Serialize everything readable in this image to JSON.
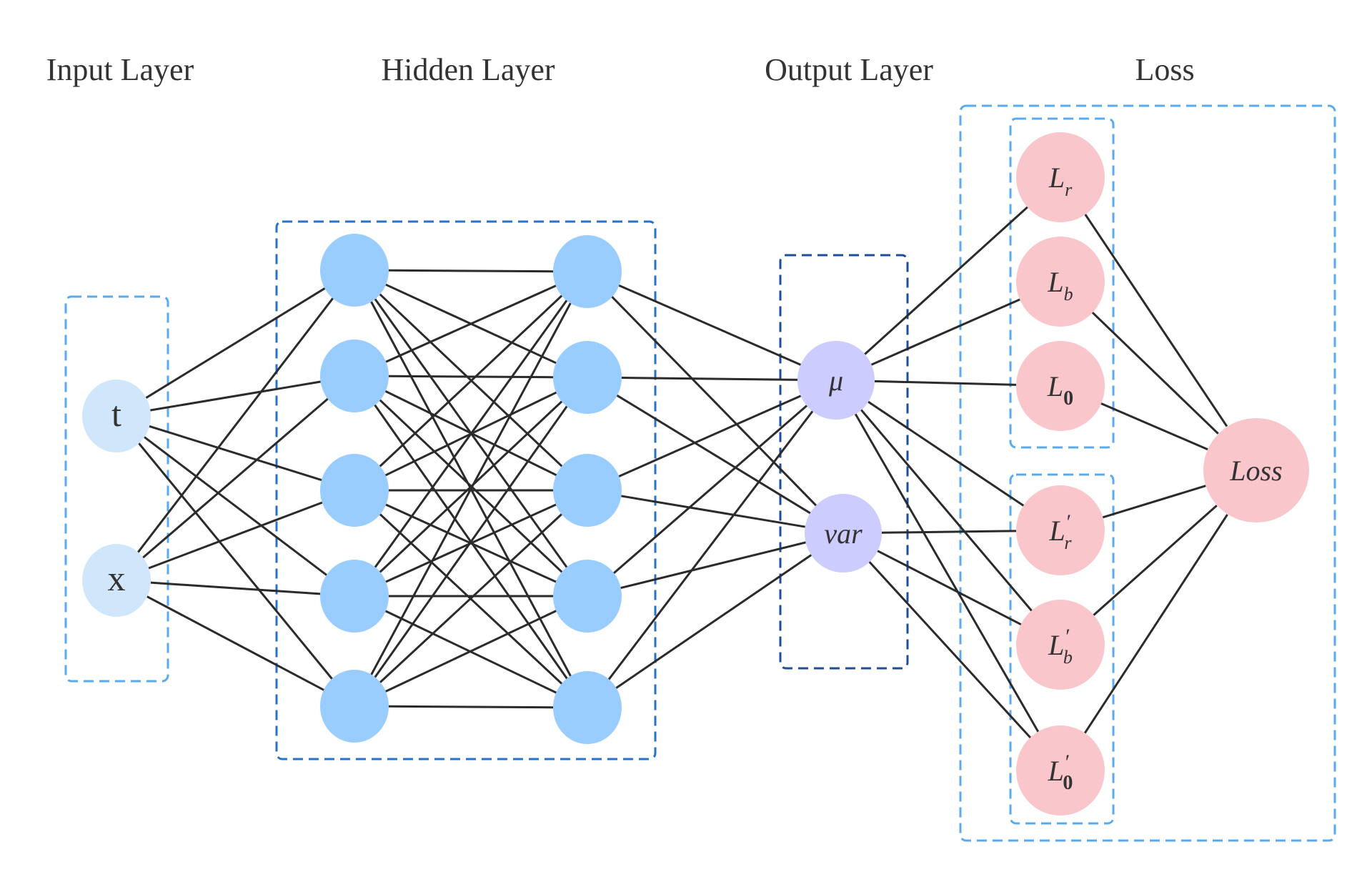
{
  "titles": {
    "input": "Input Layer",
    "hidden": "Hidden Layer",
    "output": "Output Layer",
    "loss": "Loss"
  },
  "nodes": {
    "input": [
      "t",
      "x"
    ],
    "output": [
      {
        "main": "μ",
        "sub": ""
      },
      {
        "main": "var",
        "sub": ""
      }
    ],
    "loss_terms": [
      {
        "main": "L",
        "sub": "r",
        "prime": ""
      },
      {
        "main": "L",
        "sub": "b",
        "prime": ""
      },
      {
        "main": "L",
        "sub": "0",
        "prime": ""
      },
      {
        "main": "L",
        "sub": "r",
        "prime": "′"
      },
      {
        "main": "L",
        "sub": "b",
        "prime": "′"
      },
      {
        "main": "L",
        "sub": "0",
        "prime": "′"
      }
    ],
    "total_loss": "Loss"
  },
  "colors": {
    "input_node": "#cfe6fb",
    "hidden_node": "#99ccff",
    "output_node": "#ccccff",
    "loss_node": "#f9c6cc",
    "edge": "#2b2b2b",
    "box_light": "#5aaaf0",
    "box_medium": "#2a72c8",
    "box_dark": "#1e4f9e"
  }
}
